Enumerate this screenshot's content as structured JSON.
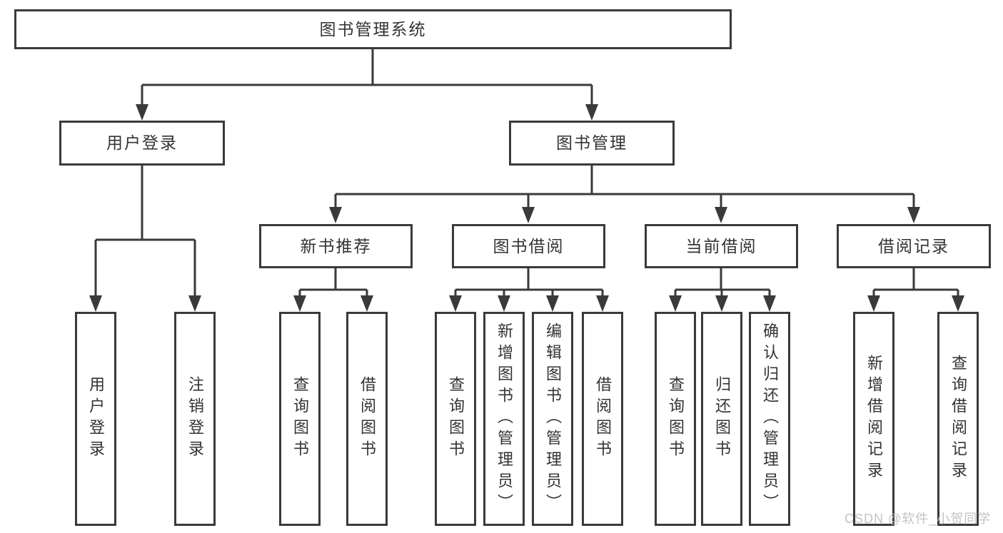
{
  "title": "图书管理系统",
  "tree": {
    "root": {
      "label": "图书管理系统"
    },
    "children": [
      {
        "label": "用户登录",
        "children": [
          {
            "label": "用户登录"
          },
          {
            "label": "注销登录"
          }
        ]
      },
      {
        "label": "图书管理",
        "children": [
          {
            "label": "新书推荐",
            "children": [
              {
                "label": "查询图书"
              },
              {
                "label": "借阅图书"
              }
            ]
          },
          {
            "label": "图书借阅",
            "children": [
              {
                "label": "查询图书"
              },
              {
                "label": "新增图书（管理员）"
              },
              {
                "label": "编辑图书（管理员）"
              },
              {
                "label": "借阅图书"
              }
            ]
          },
          {
            "label": "当前借阅",
            "children": [
              {
                "label": "查询图书"
              },
              {
                "label": "归还图书"
              },
              {
                "label": "确认归还（管理员）"
              }
            ]
          },
          {
            "label": "借阅记录",
            "children": [
              {
                "label": "新增借阅记录"
              },
              {
                "label": "查询借阅记录"
              }
            ]
          }
        ]
      }
    ]
  },
  "watermark": "CSDN @软件_小贺同学",
  "colors": {
    "line": "#3a3a3a",
    "box_border": "#3a3a3a",
    "text": "#333333",
    "background": "#ffffff",
    "watermark": "#bdbdbd"
  }
}
